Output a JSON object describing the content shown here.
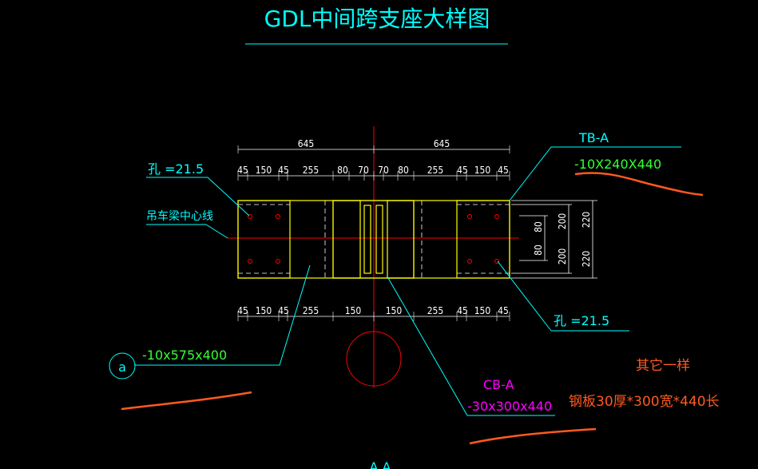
{
  "title": "GDL中间跨支座大样图",
  "overall_dims": [
    "645",
    "645"
  ],
  "top_dims": [
    "45",
    "150",
    "45",
    "255",
    "80",
    "70",
    "70",
    "80",
    "255",
    "45",
    "150",
    "45"
  ],
  "bottom_dims": [
    "45",
    "150",
    "45",
    "255",
    "150",
    "150",
    "255",
    "45",
    "150",
    "45"
  ],
  "right_dims": {
    "inner": [
      "80",
      "80"
    ],
    "middle": [
      "200",
      "200"
    ],
    "outer": [
      "220",
      "220"
    ]
  },
  "labels": {
    "hole_left": "孔 =21.5",
    "hole_right": "孔 =21.5",
    "crane_beam_center": "吊车梁中心线",
    "tb_name": "TB-A",
    "tb_size": "-10X240X440",
    "plate_a_size": "-10x575x400",
    "circle_tag": "a",
    "cb_name": "CB-A",
    "cb_size": "-30x300x440",
    "note_same": "其它一样",
    "note_plate": "钢板30厚*300宽*440长",
    "section_mark": "A A"
  },
  "colors": {
    "background": "#000000",
    "outline": "#ffff00",
    "dimension": "#00ffff",
    "centerline": "#ff0000",
    "text_white": "#ffffff",
    "text_green": "#33ff33",
    "text_magenta": "#ff00ff",
    "annotation_orange": "#ff5a1e"
  }
}
